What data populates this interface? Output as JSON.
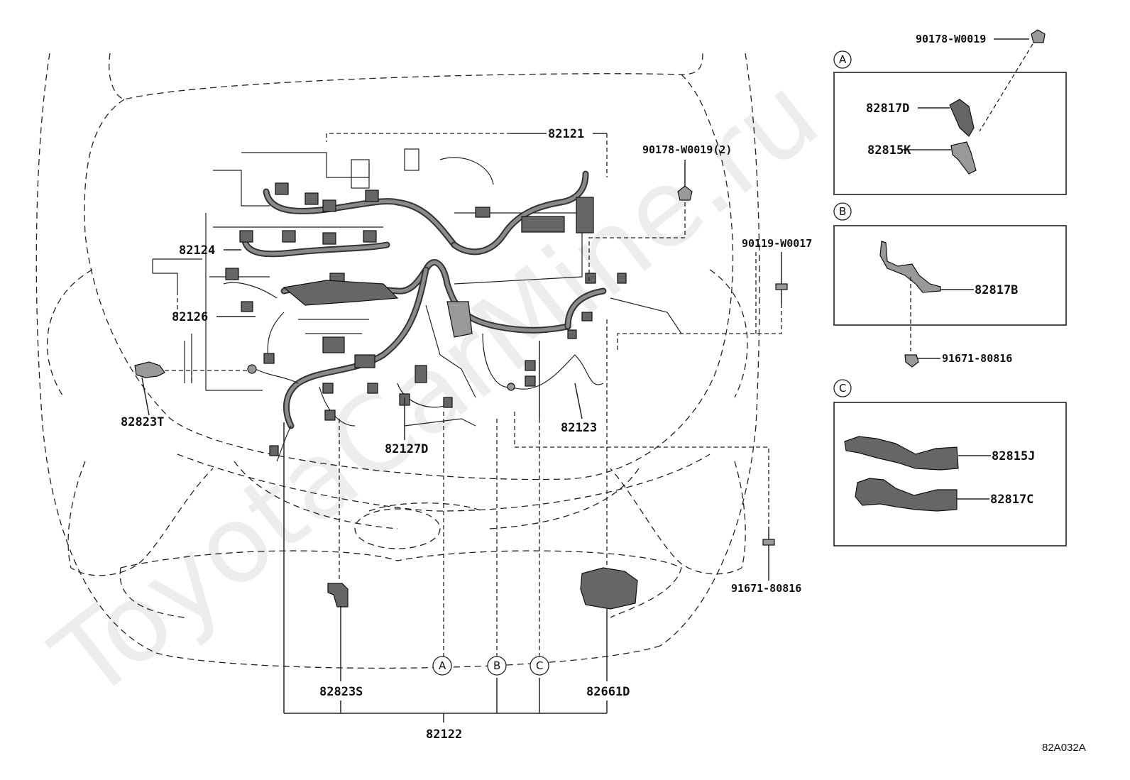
{
  "diagram_id": "82A032A",
  "watermark": "ToyotaCarMine.ru",
  "parts": {
    "p82121": "82121",
    "p82122": "82122",
    "p82123": "82123",
    "p82124": "82124",
    "p82126": "82126",
    "p82127D": "82127D",
    "p82823T": "82823T",
    "p82823S": "82823S",
    "p82661D": "82661D",
    "clip_nut_2": "90178-W0019(2)",
    "bolt_90119": "90119-W0017",
    "bolt_91671_main": "91671-80816"
  },
  "callouts": [
    "A",
    "B",
    "C"
  ],
  "detail_A": {
    "label": "A",
    "nut": "90178-W0019",
    "part1": "82817D",
    "part2": "82815K"
  },
  "detail_B": {
    "label": "B",
    "part1": "82817B",
    "bolt": "91671-80816"
  },
  "detail_C": {
    "label": "C",
    "part1": "82815J",
    "part2": "82817C"
  }
}
